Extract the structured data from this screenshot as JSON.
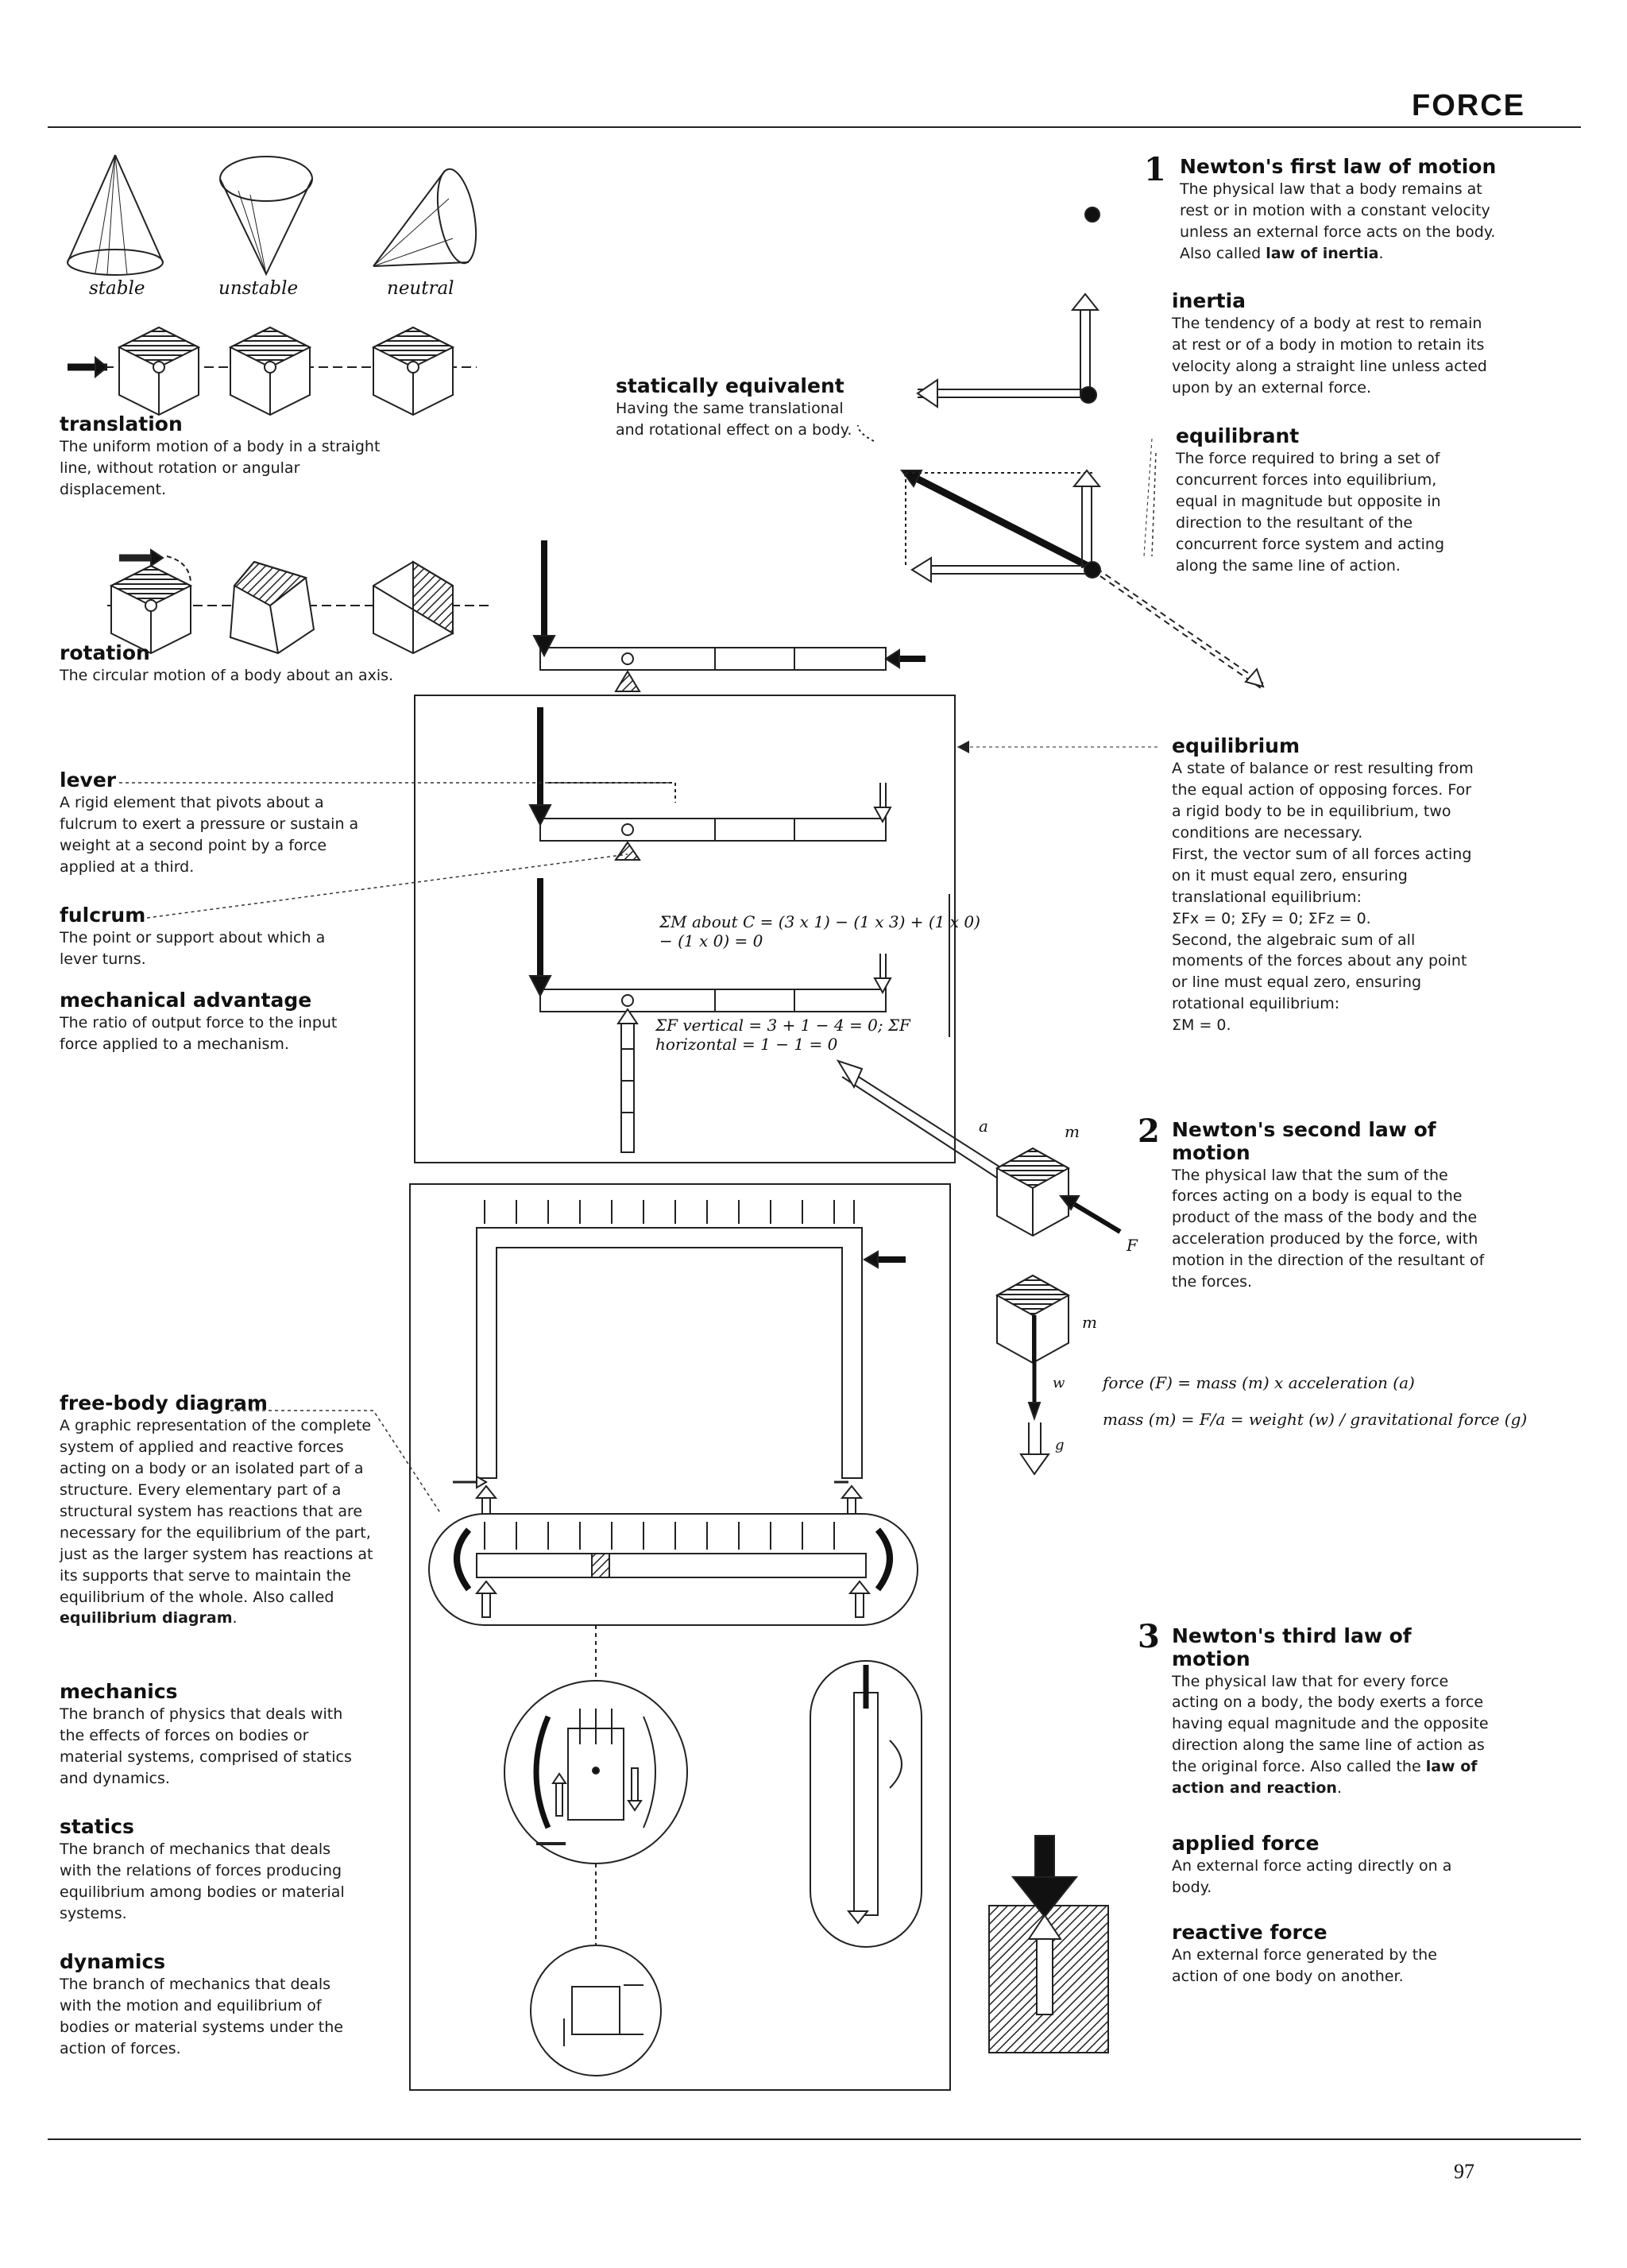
{
  "header": {
    "title": "FORCE"
  },
  "footer": {
    "page_number": "97"
  },
  "stability": {
    "labels": [
      "stable",
      "unstable",
      "neutral"
    ]
  },
  "left": {
    "translation": {
      "term": "translation",
      "def": "The uniform motion of a body in a straight line, without rotation or angular displacement."
    },
    "rotation": {
      "term": "rotation",
      "def": "The circular motion of a body about an axis."
    },
    "lever": {
      "term": "lever",
      "def": "A rigid element that pivots about a fulcrum to exert a pressure or sustain a weight at a second point by a force applied at a third."
    },
    "fulcrum": {
      "term": "fulcrum",
      "def": "The point or support about which a lever turns."
    },
    "mechanical_advantage": {
      "term": "mechanical advantage",
      "def": "The ratio of output force to the input force applied to a mechanism."
    },
    "free_body": {
      "term": "free-body diagram",
      "def": "A graphic representation of the complete system of applied and reactive forces acting on a body or an isolated part of a structure. Every elementary part of a structural system has reactions that are necessary for the equilibrium of the part, just as the larger system has reactions at its supports that serve to maintain the equilibrium of the whole. Also called",
      "def_term": "equilibrium diagram",
      "def_end": "."
    },
    "mechanics": {
      "term": "mechanics",
      "def": "The branch of physics that deals with the effects of forces on bodies or material systems, comprised of statics and dynamics."
    },
    "statics": {
      "term": "statics",
      "def": "The branch of mechanics that deals with the relations of forces producing equilibrium among bodies or material systems."
    },
    "dynamics": {
      "term": "dynamics",
      "def": "The branch of mechanics that deals with the motion and equilibrium of bodies or material systems under the action of forces."
    }
  },
  "center": {
    "statically_equivalent": {
      "term": "statically equivalent",
      "def": "Having the same translational and rotational effect on a body."
    },
    "moment_eq": "ΣM about C = (3 x 1) − (1 x 3) + (1 x 0) − (1 x 0) = 0",
    "force_eq": "ΣF vertical = 3 + 1 − 4 = 0; ΣF horizontal = 1 − 1 = 0",
    "newton2_labels": {
      "a": "a",
      "m": "m",
      "F": "F",
      "m2": "m",
      "w": "w",
      "g": "g"
    },
    "formula1": "force (F) = mass (m) x acceleration (a)",
    "formula2": "mass (m) = F/a = weight (w) / gravitational force (g)"
  },
  "right": {
    "first_law": {
      "number": "1",
      "term": "Newton's first law of motion",
      "def": "The physical law that a body remains at rest or in motion with a constant velocity unless an external force acts on the body. Also called",
      "def_term": "law of inertia",
      "def_end": "."
    },
    "inertia": {
      "term": "inertia",
      "def": "The tendency of a body at rest to remain at rest or of a body in motion to retain its velocity along a straight line unless acted upon by an external force."
    },
    "equilibrant": {
      "term": "equilibrant",
      "def": "The force required to bring a set of concurrent forces into equilibrium, equal in magnitude but opposite in direction to the resultant of the concurrent force system and acting along the same line of action."
    },
    "equilibrium": {
      "term": "equilibrium",
      "def_lines": [
        "A state of balance or rest resulting from the equal action of opposing forces. For a rigid body to be in equilibrium, two conditions are necessary.",
        "First, the vector sum of all forces acting on it must equal zero, ensuring translational equilibrium:",
        "ΣFx = 0; ΣFy = 0; ΣFz = 0.",
        "Second, the algebraic sum of all moments of the forces about any point or line must equal zero, ensuring rotational equilibrium:",
        "ΣM = 0."
      ]
    },
    "second_law": {
      "number": "2",
      "term": "Newton's second law of motion",
      "def": "The physical law that the sum of the forces acting on a body is equal to the product of the mass of the body and the acceleration produced by the force, with motion in the direction of the resultant of the forces."
    },
    "third_law": {
      "number": "3",
      "term": "Newton's third law of motion",
      "def": "The physical law that for every force acting on a body, the body exerts a force having equal magnitude and the opposite direction along the same line of action as the original force. Also called the",
      "def_term": "law of action and reaction",
      "def_end": "."
    },
    "applied_force": {
      "term": "applied force",
      "def": "An external force acting directly on a body."
    },
    "reactive_force": {
      "term": "reactive force",
      "def": "An external force generated by the action of one body on another."
    }
  }
}
